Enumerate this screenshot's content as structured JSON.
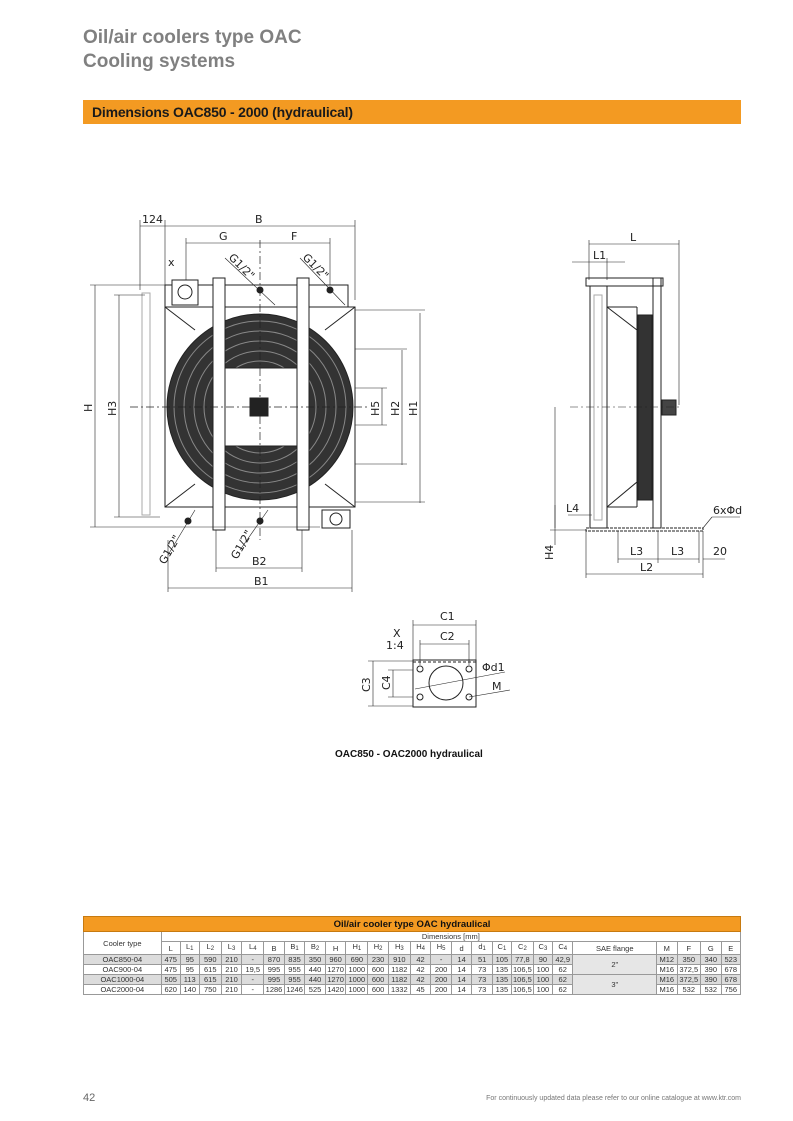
{
  "header": {
    "line1": "Oil/air coolers type OAC",
    "line2": "Cooling systems"
  },
  "section_title": "Dimensions OAC850 - 2000 (hydraulical)",
  "drawing": {
    "front": {
      "dim_124": "124",
      "B": "B",
      "G": "G",
      "F": "F",
      "X": "x",
      "port": "G1/2\"",
      "H": "H",
      "H3": "H3",
      "H5": "H5",
      "H2": "H2",
      "H1": "H1",
      "B2": "B2",
      "B1": "B1"
    },
    "side": {
      "L": "L",
      "L1": "L1",
      "L4": "L4",
      "H4": "H4",
      "L3": "L3",
      "L2": "L2",
      "dim_20": "20",
      "holes": "6xΦd"
    },
    "detail": {
      "X": "X",
      "scale": "1:4",
      "C1": "C1",
      "C2": "C2",
      "C3": "C3",
      "C4": "C4",
      "d1": "Φd1",
      "M": "M"
    },
    "caption": "OAC850 - OAC2000 hydraulical"
  },
  "table": {
    "title": "Oil/air cooler type OAC hydraulical",
    "type_header": "Cooler type",
    "dims_header": "Dimensions [mm]",
    "columns": [
      {
        "s": "L",
        "sub": ""
      },
      {
        "s": "L",
        "sub": "1"
      },
      {
        "s": "L",
        "sub": "2"
      },
      {
        "s": "L",
        "sub": "3"
      },
      {
        "s": "L",
        "sub": "4"
      },
      {
        "s": "B",
        "sub": ""
      },
      {
        "s": "B",
        "sub": "1"
      },
      {
        "s": "B",
        "sub": "2"
      },
      {
        "s": "H",
        "sub": ""
      },
      {
        "s": "H",
        "sub": "1"
      },
      {
        "s": "H",
        "sub": "2"
      },
      {
        "s": "H",
        "sub": "3"
      },
      {
        "s": "H",
        "sub": "4"
      },
      {
        "s": "H",
        "sub": "5"
      },
      {
        "s": "d",
        "sub": ""
      },
      {
        "s": "d",
        "sub": "1"
      },
      {
        "s": "C",
        "sub": "1"
      },
      {
        "s": "C",
        "sub": "2"
      },
      {
        "s": "C",
        "sub": "3"
      },
      {
        "s": "C",
        "sub": "4"
      },
      {
        "s": "SAE flange",
        "sub": ""
      },
      {
        "s": "M",
        "sub": ""
      },
      {
        "s": "F",
        "sub": ""
      },
      {
        "s": "G",
        "sub": ""
      },
      {
        "s": "E",
        "sub": ""
      }
    ],
    "rows": [
      {
        "type": "OAC850-04",
        "v": [
          "475",
          "95",
          "590",
          "210",
          "-",
          "870",
          "835",
          "350",
          "960",
          "690",
          "230",
          "910",
          "42",
          "-",
          "14",
          "51",
          "105",
          "77,8",
          "90",
          "42,9"
        ],
        "sae": "2\"",
        "w": [
          "M12",
          "350",
          "340",
          "523"
        ]
      },
      {
        "type": "OAC900-04",
        "v": [
          "475",
          "95",
          "615",
          "210",
          "19,5",
          "995",
          "955",
          "440",
          "1270",
          "1000",
          "600",
          "1182",
          "42",
          "200",
          "14",
          "73",
          "135",
          "106,5",
          "100",
          "62"
        ],
        "sae": null,
        "w": [
          "M16",
          "372,5",
          "390",
          "678"
        ]
      },
      {
        "type": "OAC1000-04",
        "v": [
          "505",
          "113",
          "615",
          "210",
          "-",
          "995",
          "955",
          "440",
          "1270",
          "1000",
          "600",
          "1182",
          "42",
          "200",
          "14",
          "73",
          "135",
          "106,5",
          "100",
          "62"
        ],
        "sae": "3\"",
        "w": [
          "M16",
          "372,5",
          "390",
          "678"
        ]
      },
      {
        "type": "OAC2000-04",
        "v": [
          "620",
          "140",
          "750",
          "210",
          "-",
          "1286",
          "1246",
          "525",
          "1420",
          "1000",
          "600",
          "1332",
          "45",
          "200",
          "14",
          "73",
          "135",
          "106,5",
          "100",
          "62"
        ],
        "sae": null,
        "w": [
          "M16",
          "532",
          "532",
          "756"
        ]
      }
    ]
  },
  "footer": {
    "page": "42",
    "note": "For continuously updated data please refer to our online catalogue at www.ktr.com"
  },
  "colors": {
    "accent": "#f39a22",
    "title_gray": "#808080"
  }
}
